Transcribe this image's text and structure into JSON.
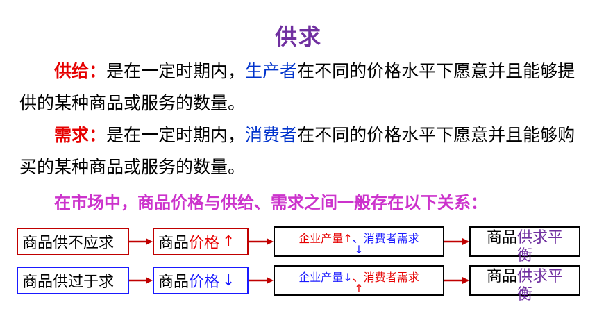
{
  "title": "供求",
  "supply": {
    "term": "供给",
    "colon": "：",
    "text_a": "是在一定时期内，",
    "actor": "生产者",
    "text_b": "在不同的价格水平下愿意并且能够提供的某种商品或服务的数量。"
  },
  "demand": {
    "term": "需求",
    "colon": "：",
    "text_a": "是在一定时期内，",
    "actor": "消费者",
    "text_b": "在不同的价格水平下愿意并且能够购买的某种商品或服务的数量。"
  },
  "relation": "在市场中，商品价格与供给、需求之间一般存在以下关系：",
  "row1": {
    "cause": "商品供不应求",
    "price_prefix": "商品",
    "price_word": "价格",
    "price_arrow": "↑",
    "effect_line1_a": "企业产量",
    "effect_line1_arrow": "↑",
    "effect_line1_sep": "、",
    "effect_line1_b": "消费者需求",
    "effect_line2_arrow": "↓",
    "result_prefix": "商品",
    "result_line1": "供求平",
    "result_line2": "衡"
  },
  "row2": {
    "cause": "商品供过于求",
    "price_prefix": "商品",
    "price_word": "价格",
    "price_arrow": "↓",
    "effect_line1_a": "企业产量",
    "effect_line1_arrow": "↓",
    "effect_line1_sep": "、",
    "effect_line1_b": "消费者需求",
    "effect_line2_arrow": "↑",
    "result_prefix": "商品",
    "result_line1": "供求平",
    "result_line2": "衡"
  },
  "colors": {
    "title": "#7030a0",
    "term": "#e60000",
    "actor": "#0033cc",
    "relation": "#cc33cc",
    "row1_border": "#c00000",
    "row2_border": "#1a1aff"
  }
}
